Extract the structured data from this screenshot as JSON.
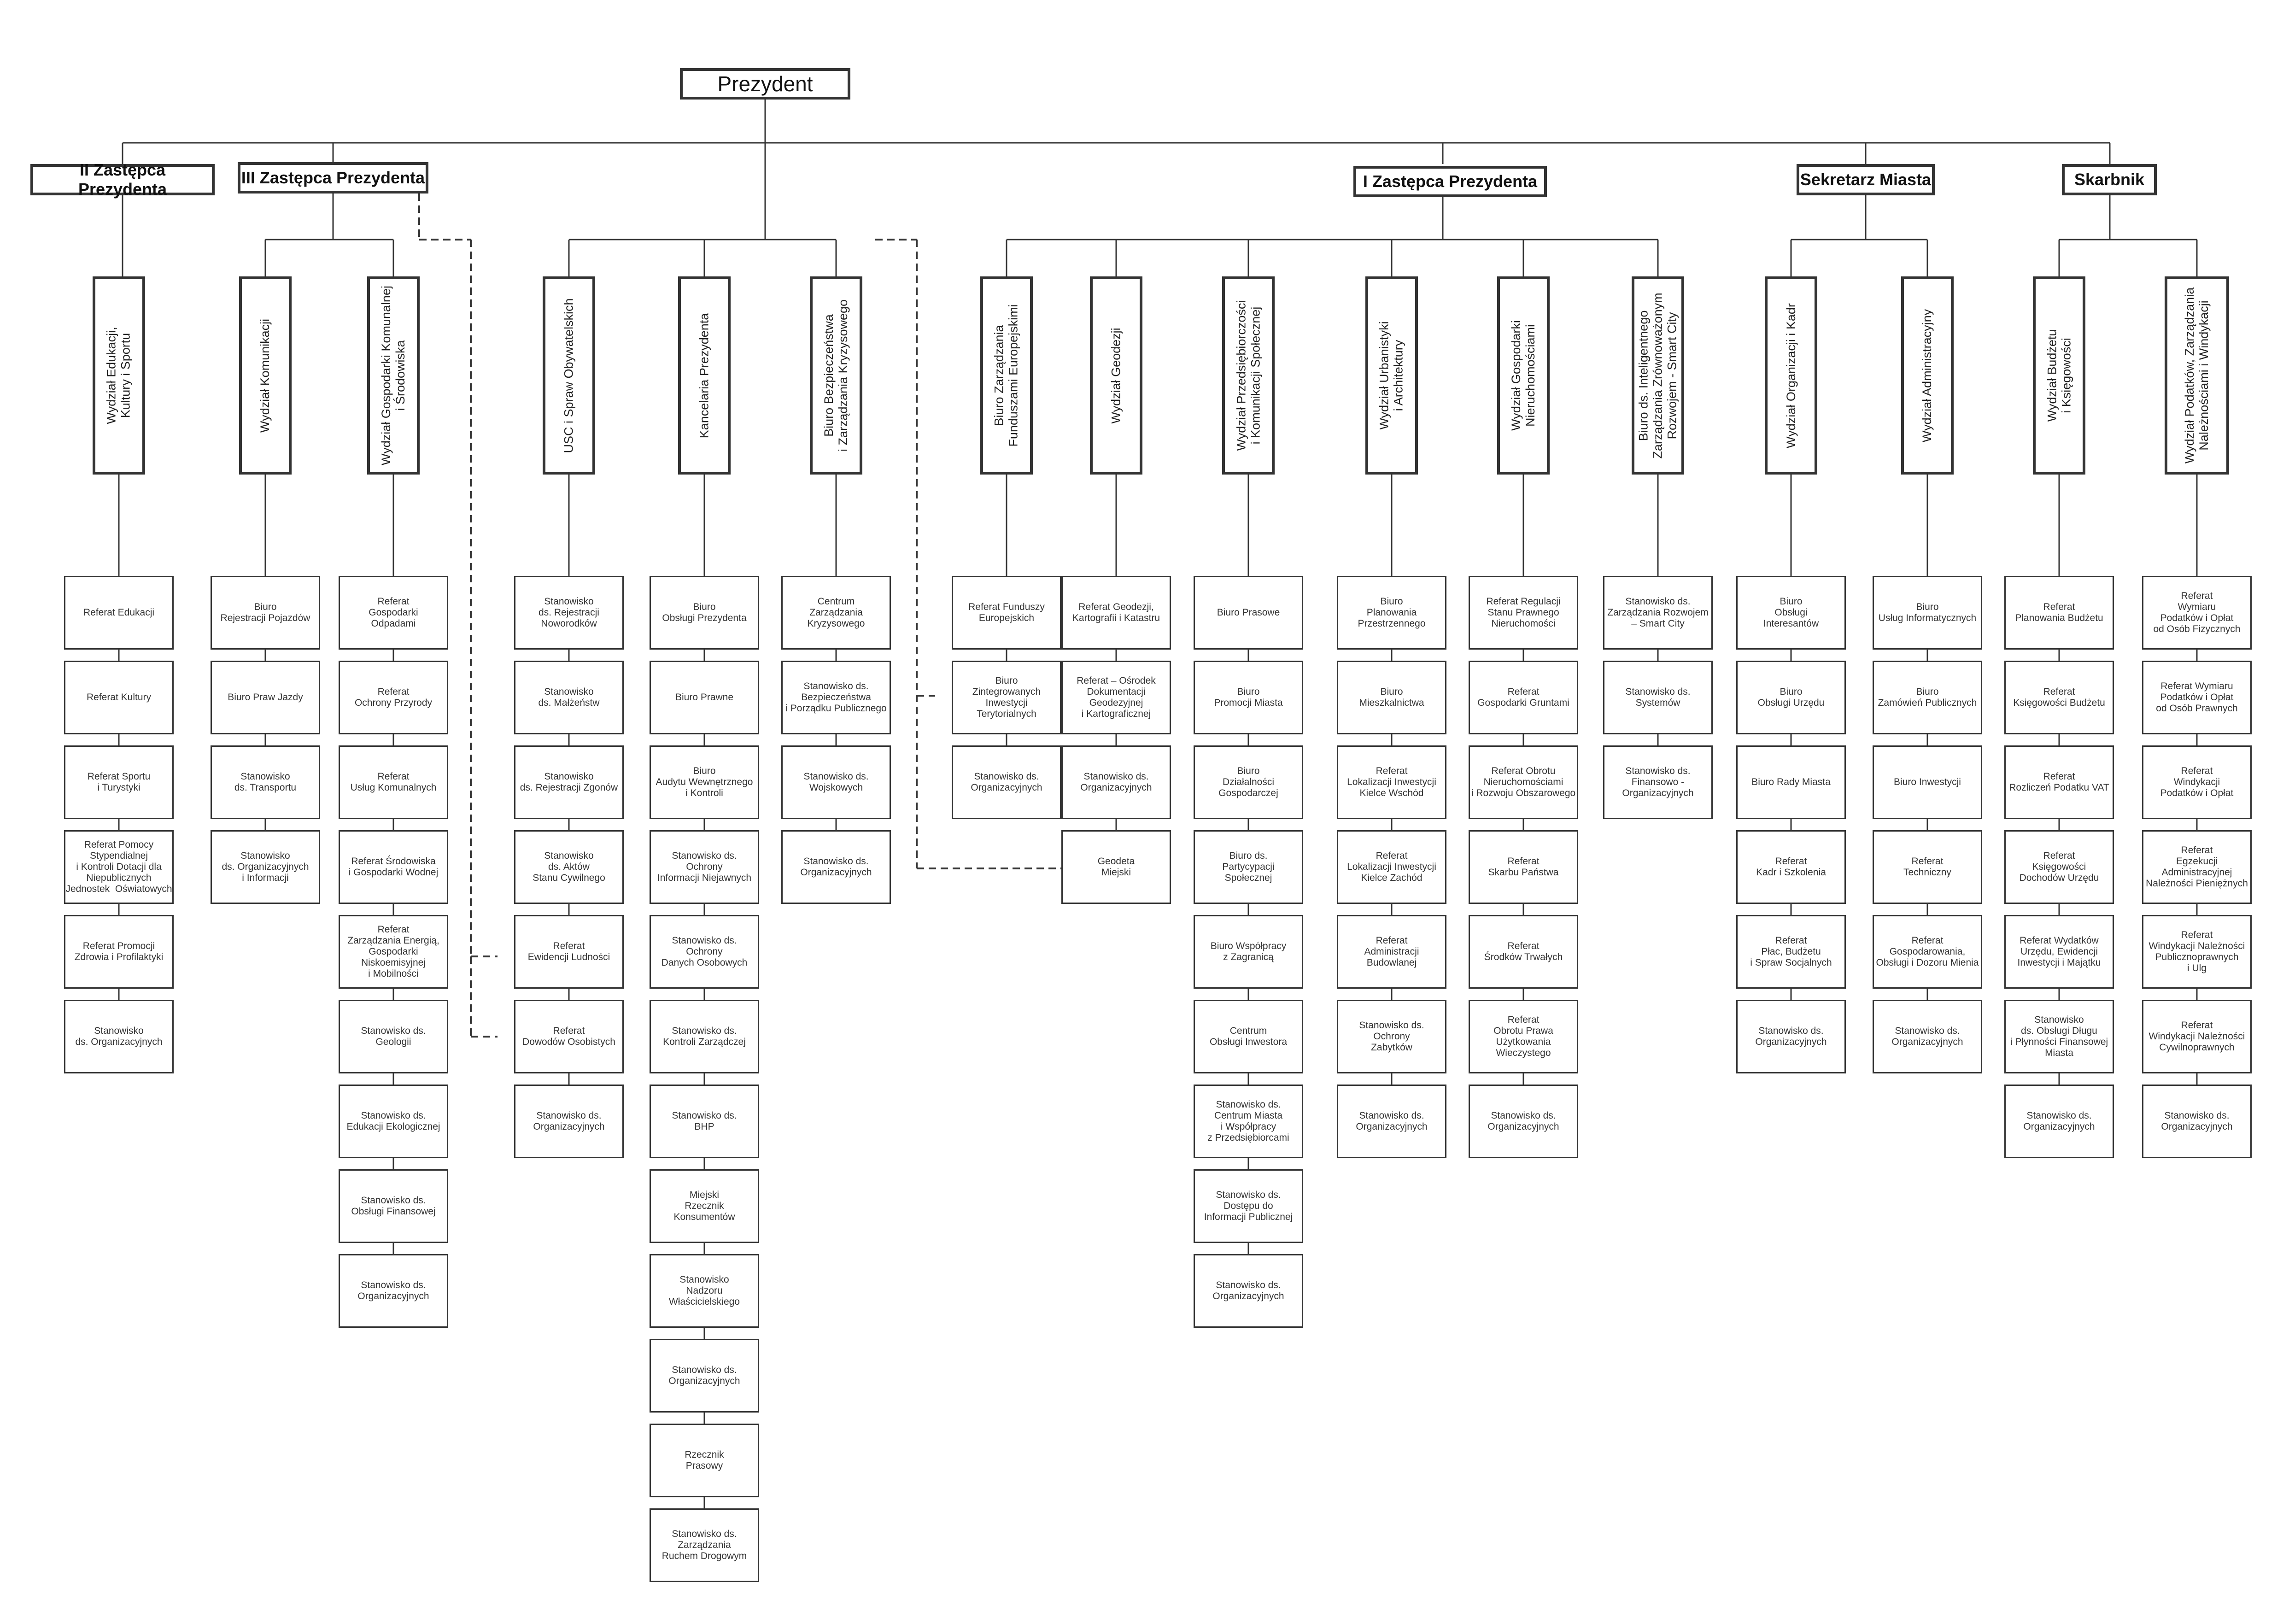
{
  "root": "Prezydent",
  "leaders": [
    {
      "label": "II Zastępca Prezydenta"
    },
    {
      "label": "III Zastępca Prezydenta"
    },
    {
      "label": "I Zastępca Prezydenta"
    },
    {
      "label": "Sekretarz Miasta"
    },
    {
      "label": "Skarbnik"
    }
  ],
  "departments": [
    {
      "name": "Wydział Edukacji,\nKultury i Sportu",
      "units": [
        "Referat Edukacji",
        "Referat Kultury",
        "Referat Sportu\ni Turystyki",
        "Referat Pomocy\nStypendialnej\ni Kontroli Dotacji dla\nNiepublicznych\nJednostek  Oświatowych",
        "Referat Promocji\nZdrowia i Profilaktyki",
        "Stanowisko\nds. Organizacyjnych"
      ]
    },
    {
      "name": "Wydział Komunikacji",
      "units": [
        "Biuro\nRejestracji Pojazdów",
        "Biuro Praw Jazdy",
        "Stanowisko\nds. Transportu",
        "Stanowisko\nds. Organizacyjnych\ni Informacji"
      ]
    },
    {
      "name": "Wydział Gospodarki Komunalnej\ni Środowiska",
      "units": [
        "Referat\nGospodarki\nOdpadami",
        "Referat\nOchrony Przyrody",
        "Referat\nUsług Komunalnych",
        "Referat Środowiska\ni Gospodarki Wodnej",
        "Referat\nZarządzania Energią,\nGospodarki\nNiskoemisyjnej\ni Mobilności",
        "Stanowisko ds.\nGeologii",
        "Stanowisko ds.\nEdukacji Ekologicznej",
        "Stanowisko ds.\nObsługi Finansowej",
        "Stanowisko ds.\nOrganizacyjnych"
      ]
    },
    {
      "name": "USC i Spraw Obywatelskich",
      "units": [
        "Stanowisko\nds. Rejestracji\nNoworodków",
        "Stanowisko\nds. Małżeństw",
        "Stanowisko\nds. Rejestracji Zgonów",
        "Stanowisko\nds. Aktów\nStanu Cywilnego",
        "Referat\nEwidencji Ludności",
        "Referat\nDowodów Osobistych",
        "Stanowisko ds.\nOrganizacyjnych"
      ]
    },
    {
      "name": "Kancelaria Prezydenta",
      "units": [
        "Biuro\nObsługi Prezydenta",
        "Biuro Prawne",
        "Biuro\nAudytu Wewnętrznego\ni Kontroli",
        "Stanowisko ds.\nOchrony\nInformacji Niejawnych",
        "Stanowisko ds.\nOchrony\nDanych Osobowych",
        "Stanowisko ds.\nKontroli Zarządczej",
        "Stanowisko ds.\nBHP",
        "Miejski\nRzecznik\nKonsumentów",
        "Stanowisko\nNadzoru\nWłaścicielskiego",
        "Stanowisko ds.\nOrganizacyjnych",
        "Rzecznik\nPrasowy",
        "Stanowisko ds.\nZarządzania\nRuchem Drogowym"
      ]
    },
    {
      "name": "Biuro Bezpieczeństwa\ni Zarządzania Kryzysowego",
      "units": [
        "Centrum\nZarządzania\nKryzysowego",
        "Stanowisko ds.\nBezpieczeństwa\ni Porządku Publicznego",
        "Stanowisko ds.\nWojskowych",
        "Stanowisko ds.\nOrganizacyjnych"
      ]
    },
    {
      "name": "Biuro Zarządzania\nFunduszami Europejskimi",
      "units": [
        "Referat Funduszy\nEuropejskich",
        "Biuro\nZintegrowanych\nInwestycji\nTerytorialnych",
        "Stanowisko ds.\nOrganizacyjnych"
      ]
    },
    {
      "name": "Wydział Geodezji",
      "units": [
        "Referat Geodezji,\nKartografii i Katastru",
        "Referat – Ośrodek\nDokumentacji\nGeodezyjnej\ni Kartograficznej",
        "Stanowisko ds.\nOrganizacyjnych",
        "Geodeta\nMiejski"
      ]
    },
    {
      "name": "Wydział Przedsiębiorczości\ni Komunikacji Społecznej",
      "units": [
        "Biuro Prasowe",
        "Biuro\nPromocji Miasta",
        "Biuro\nDziałalności\nGospodarczej",
        "Biuro ds.\nPartycypacji\nSpołecznej",
        "Biuro Współpracy\nz Zagranicą",
        "Centrum\nObsługi Inwestora",
        "Stanowisko ds.\nCentrum Miasta\ni Współpracy\nz Przedsiębiorcami",
        "Stanowisko ds.\nDostępu do\nInformacji Publicznej",
        "Stanowisko ds.\nOrganizacyjnych"
      ]
    },
    {
      "name": "Wydział Urbanistyki\ni Architektury",
      "units": [
        "Biuro\nPlanowania\nPrzestrzennego",
        "Biuro\nMieszkalnictwa",
        "Referat\nLokalizacji Inwestycji\nKielce Wschód",
        "Referat\nLokalizacji Inwestycji\nKielce Zachód",
        "Referat\nAdministracji\nBudowlanej",
        "Stanowisko ds.\nOchrony\nZabytków",
        "Stanowisko ds.\nOrganizacyjnych"
      ]
    },
    {
      "name": "Wydział Gospodarki\nNieruchomościami",
      "units": [
        "Referat Regulacji\nStanu Prawnego\nNieruchomości",
        "Referat\nGospodarki Gruntami",
        "Referat Obrotu\nNieruchomościami\ni Rozwoju Obszarowego",
        "Referat\nSkarbu Państwa",
        "Referat\nŚrodków Trwałych",
        "Referat\nObrotu Prawa\nUżytkowania\nWieczystego",
        "Stanowisko ds.\nOrganizacyjnych"
      ]
    },
    {
      "name": "Biuro ds. Inteligentnego\nZarządzania Zrównoważonym\nRozwojem - Smart City",
      "units": [
        "Stanowisko ds.\nZarządzania Rozwojem\n– Smart City",
        "Stanowisko ds.\nSystemów",
        "Stanowisko ds.\nFinansowo -\nOrganizacyjnych"
      ]
    },
    {
      "name": "Wydział Organizacji i Kadr",
      "units": [
        "Biuro\nObsługi\nInteresantów",
        "Biuro\nObsługi Urzędu",
        "Biuro Rady Miasta",
        "Referat\nKadr i Szkolenia",
        "Referat\nPłac, Budżetu\ni Spraw Socjalnych",
        "Stanowisko ds.\nOrganizacyjnych"
      ]
    },
    {
      "name": "Wydział Administracyjny",
      "units": [
        "Biuro\nUsług Informatycznych",
        "Biuro\nZamówień Publicznych",
        "Biuro Inwestycji",
        "Referat\nTechniczny",
        "Referat\nGospodarowania,\nObsługi i Dozoru Mienia",
        "Stanowisko ds.\nOrganizacyjnych"
      ]
    },
    {
      "name": "Wydział Budżetu\ni Księgowości",
      "units": [
        "Referat\nPlanowania Budżetu",
        "Referat\nKsięgowości Budżetu",
        "Referat\nRozliczeń Podatku VAT",
        "Referat\nKsięgowości\nDochodów Urzędu",
        "Referat Wydatków\nUrzędu, Ewidencji\nInwestycji i Majątku",
        "Stanowisko\nds. Obsługi Długu\ni Płynności Finansowej\nMiasta",
        "Stanowisko ds.\nOrganizacyjnych"
      ]
    },
    {
      "name": "Wydział Podatków, Zarządzania\nNależnościami i Windykacji",
      "units": [
        "Referat\nWymiaru\nPodatków i Opłat\nod Osób Fizycznych",
        "Referat Wymiaru\nPodatków i Opłat\nod Osób Prawnych",
        "Referat\nWindykacji\nPodatków i Opłat",
        "Referat\nEgzekucji\nAdministracyjnej\nNależności Pieniężnych",
        "Referat\nWindykacji Należności\nPublicznoprawnych\ni Ulg",
        "Referat\nWindykacji Należności\nCywilnoprawnych",
        "Stanowisko ds.\nOrganizacyjnych"
      ]
    }
  ]
}
